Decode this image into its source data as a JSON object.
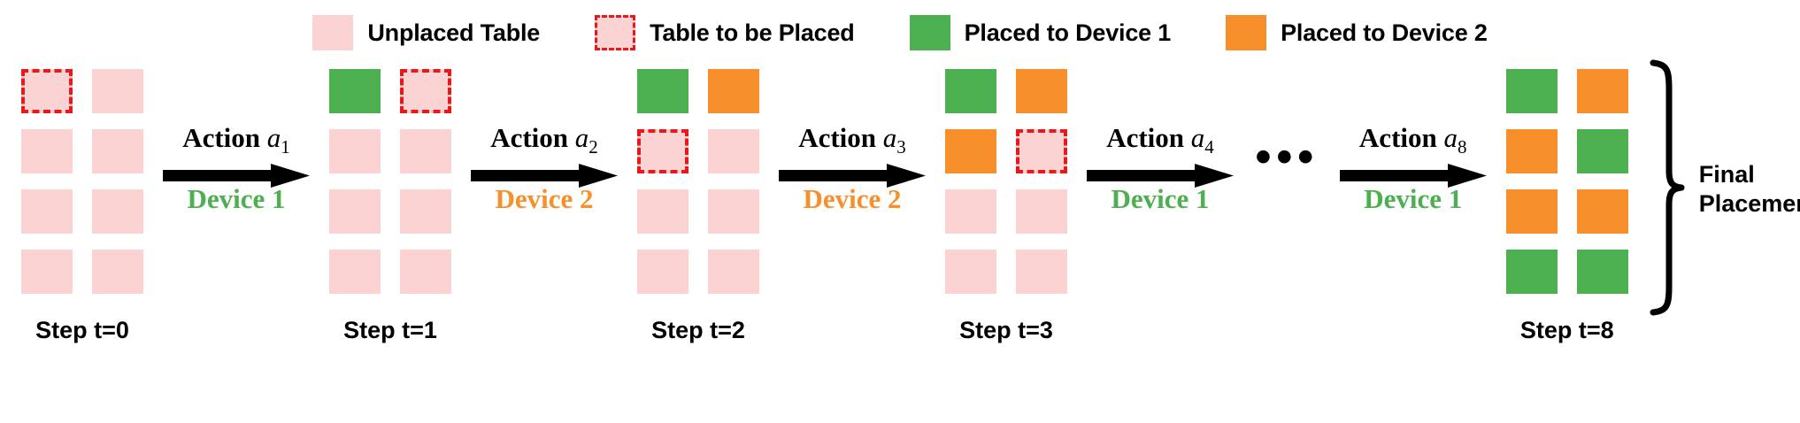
{
  "legend": {
    "items": [
      {
        "label": "Unplaced Table",
        "swatch": "unplaced",
        "color": "#fbd3d3"
      },
      {
        "label": "Table to be Placed",
        "swatch": "target",
        "color": "#fbd3d3",
        "border_color": "#e8191b"
      },
      {
        "label": "Placed to Device 1",
        "swatch": "device1",
        "color": "#4cb050"
      },
      {
        "label": "Placed to Device 2",
        "swatch": "device2",
        "color": "#f78f2a"
      }
    ]
  },
  "colors": {
    "unplaced": "#fbd3d3",
    "device1": "#4cb050",
    "device2": "#f78f2a",
    "target_border": "#e8191b",
    "text": "#000000",
    "background": "#ffffff"
  },
  "steps": [
    {
      "label": "Step t=0",
      "rows": 4,
      "cols": 2,
      "cells": [
        [
          "target",
          "unplaced"
        ],
        [
          "unplaced",
          "unplaced"
        ],
        [
          "unplaced",
          "unplaced"
        ],
        [
          "unplaced",
          "unplaced"
        ]
      ]
    },
    {
      "label": "Step t=1",
      "rows": 4,
      "cols": 2,
      "cells": [
        [
          "device1",
          "target"
        ],
        [
          "unplaced",
          "unplaced"
        ],
        [
          "unplaced",
          "unplaced"
        ],
        [
          "unplaced",
          "unplaced"
        ]
      ]
    },
    {
      "label": "Step t=2",
      "rows": 4,
      "cols": 2,
      "cells": [
        [
          "device1",
          "device2"
        ],
        [
          "target",
          "unplaced"
        ],
        [
          "unplaced",
          "unplaced"
        ],
        [
          "unplaced",
          "unplaced"
        ]
      ]
    },
    {
      "label": "Step t=3",
      "rows": 4,
      "cols": 2,
      "cells": [
        [
          "device1",
          "device2"
        ],
        [
          "device2",
          "target"
        ],
        [
          "unplaced",
          "unplaced"
        ],
        [
          "unplaced",
          "unplaced"
        ]
      ]
    },
    {
      "label": "Step t=8",
      "rows": 4,
      "cols": 2,
      "cells": [
        [
          "device1",
          "device2"
        ],
        [
          "device2",
          "device1"
        ],
        [
          "device2",
          "device2"
        ],
        [
          "device1",
          "device1"
        ]
      ]
    }
  ],
  "actions": [
    {
      "prefix": "Action",
      "symbol": "a",
      "subscript": "1",
      "device": "Device 1",
      "device_key": "device1"
    },
    {
      "prefix": "Action",
      "symbol": "a",
      "subscript": "2",
      "device": "Device 2",
      "device_key": "device2"
    },
    {
      "prefix": "Action",
      "symbol": "a",
      "subscript": "3",
      "device": "Device 2",
      "device_key": "device2"
    },
    {
      "prefix": "Action",
      "symbol": "a",
      "subscript": "4",
      "device": "Device 1",
      "device_key": "device1"
    },
    {
      "prefix": "Action",
      "symbol": "a",
      "subscript": "8",
      "device": "Device 1",
      "device_key": "device1"
    }
  ],
  "ellipsis": "•••",
  "final": {
    "label": "Final\nPlacement"
  }
}
